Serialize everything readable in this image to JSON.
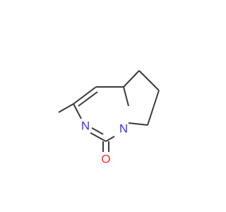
{
  "molecule": {
    "atoms": [
      {
        "id": "n_ring",
        "label": "N",
        "color": "#3333ff"
      },
      {
        "id": "n_bridge",
        "label": "N",
        "color": "#3333ff"
      },
      {
        "id": "o_carbonyl",
        "label": "O",
        "color": "#ff2a2a"
      }
    ]
  }
}
